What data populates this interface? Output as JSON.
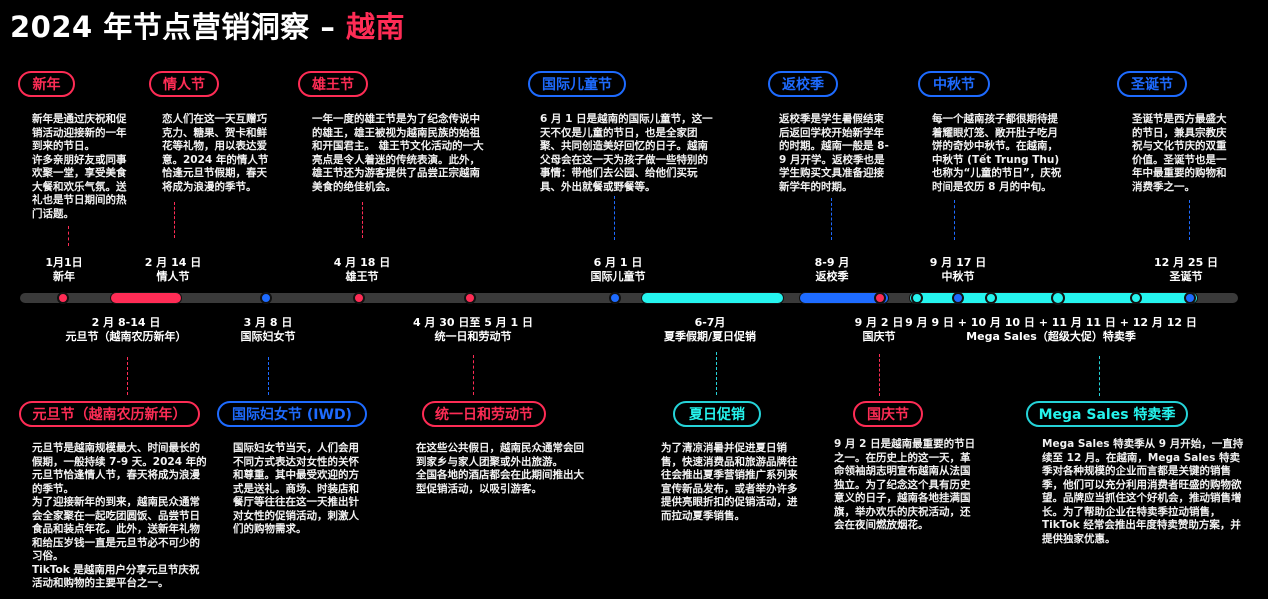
{
  "title": {
    "main": "2024 年节点营销洞察 – ",
    "accent": "越南"
  },
  "colors": {
    "red": "#fe2c55",
    "blue": "#1e6bff",
    "cyan": "#25f4ee",
    "track": "#3a3a3a",
    "background": "#000000"
  },
  "top_events": [
    {
      "pill": "新年",
      "desc": [
        "新年是通过庆祝和促销活动迎接新的一年到来的节日。",
        "许多亲朋好友或同事欢聚一堂，享受美食大餐和欢乐气氛。送礼也是节日期间的热门话题。"
      ],
      "date": "1月1日",
      "name": "新年",
      "color": "red"
    },
    {
      "pill": "情人节",
      "desc": [
        "恋人们在这一天互赠巧克力、糖果、贺卡和鲜花等礼物，用以表达爱意。2024 年的情人节恰逢元旦节假期，春天将成为浪漫的季节。"
      ],
      "date": "2 月 14 日",
      "name": "情人节",
      "color": "red"
    },
    {
      "pill": "雄王节",
      "desc": [
        "一年一度的雄王节是为了纪念传说中的雄王，雄王被视为越南民族的始祖和开国君主。 雄王节文化活动的一大亮点是令人着迷的传统表演。此外，雄王节还为游客提供了品尝正宗越南美食的绝佳机会。"
      ],
      "date": "4 月 18 日",
      "name": "雄王节",
      "color": "red"
    },
    {
      "pill": "国际儿童节",
      "desc": [
        "6 月 1 日是越南的国际儿童节，这一天不仅是儿童的节日，也是全家团聚、共同创造美好回忆的日子。越南父母会在这一天为孩子做一些特别的事情：带他们去公园、给他们买玩具、外出就餐或野餐等。"
      ],
      "date": "6 月 1 日",
      "name": "国际儿童节",
      "color": "blue"
    },
    {
      "pill": "返校季",
      "desc": [
        "返校季是学生暑假结束后返回学校开始新学年的时期。越南一般是 8-9 月开学。返校季也是学生购买文具准备迎接新学年的时期。"
      ],
      "date": "8-9 月",
      "name": "返校季",
      "color": "blue"
    },
    {
      "pill": "中秋节",
      "desc": [
        "每一个越南孩子都很期待提着耀眼灯笼、敞开肚子吃月饼的奇妙中秋节。在越南，中秋节 (Tết Trung Thu) 也称为“儿童的节日”，庆祝时间是农历 8 月的中旬。"
      ],
      "date": "9 月 17 日",
      "name": "中秋节",
      "color": "blue"
    },
    {
      "pill": "圣诞节",
      "desc": [
        "圣诞节是西方最盛大的节日，兼具宗教庆祝与文化节庆的双重价值。圣诞节也是一年中最重要的购物和消费季之一。"
      ],
      "date": "12 月 25 日",
      "name": "圣诞节",
      "color": "blue"
    }
  ],
  "bottom_events": [
    {
      "pill": "元旦节（越南农历新年）",
      "desc": [
        "元旦节是越南规模最大、时间最长的假期，一般持续 7-9 天。2024 年的元旦节恰逢情人节，春天将成为浪漫的季节。",
        "为了迎接新年的到来，越南民众通常会全家聚在一起吃团圆饭、品尝节日食品和装点年花。此外，送新年礼物和给压岁钱一直是元旦节必不可少的习俗。",
        "TikTok 是越南用户分享元旦节庆祝活动和购物的主要平台之一。"
      ],
      "date": "2 月 8-14 日",
      "name": "元旦节（越南农历新年）",
      "color": "red"
    },
    {
      "pill": "国际妇女节 (IWD)",
      "desc": [
        "国际妇女节当天，人们会用不同方式表达对女性的关怀和尊重。其中最受欢迎的方式是送礼。商场、时装店和餐厅等往往在这一天推出针对女性的促销活动，刺激人们的购物需求。"
      ],
      "date": "3 月 8 日",
      "name": "国际妇女节",
      "color": "blue"
    },
    {
      "pill": "统一日和劳动节",
      "desc": [
        "在这些公共假日，越南民众通常会回到家乡与家人团聚或外出旅游。",
        "全国各地的酒店都会在此期间推出大型促销活动，以吸引游客。"
      ],
      "date": "4 月 30 日至 5 月 1 日",
      "name": "统一日和劳动节",
      "color": "red"
    },
    {
      "pill": "夏日促销",
      "desc": [
        "为了清凉消暑并促进夏日销售，快速消费品和旅游品牌往往会推出夏季营销推广系列来宣传新品发布，或者举办许多提供亮眼折扣的促销活动，进而拉动夏季销售。"
      ],
      "date": "6-7月",
      "name": "夏季假期/夏日促销",
      "color": "cyan"
    },
    {
      "pill": "国庆节",
      "desc": [
        "9 月 2 日是越南最重要的节日之一。在历史上的这一天，革命领袖胡志明宣布越南从法国独立。为了纪念这个具有历史意义的日子，越南各地挂满国旗，举办欢乐的庆祝活动，还会在夜间燃放烟花。"
      ],
      "date": "9 月 2 日",
      "name": "国庆节",
      "color": "red"
    },
    {
      "pill": "Mega Sales 特卖季",
      "desc": [
        "Mega Sales 特卖季从 9 月开始，一直持续至 12 月。在越南，Mega Sales 特卖季对各种规模的企业而言都是关键的销售季，他们可以充分利用消费者旺盛的购物欲望。品牌应当抓住这个好机会，推动销售增长。为了帮助企业在特卖季拉动销售，TikTok 经常会推出年度特卖赞助方案，并提供独家优惠。"
      ],
      "date": "9 月 9 日 + 10 月 10 日 + 11 月 11 日 + 12 月 12 日",
      "name": "Mega Sales（超级大促）特卖季",
      "color": "cyan"
    }
  ]
}
